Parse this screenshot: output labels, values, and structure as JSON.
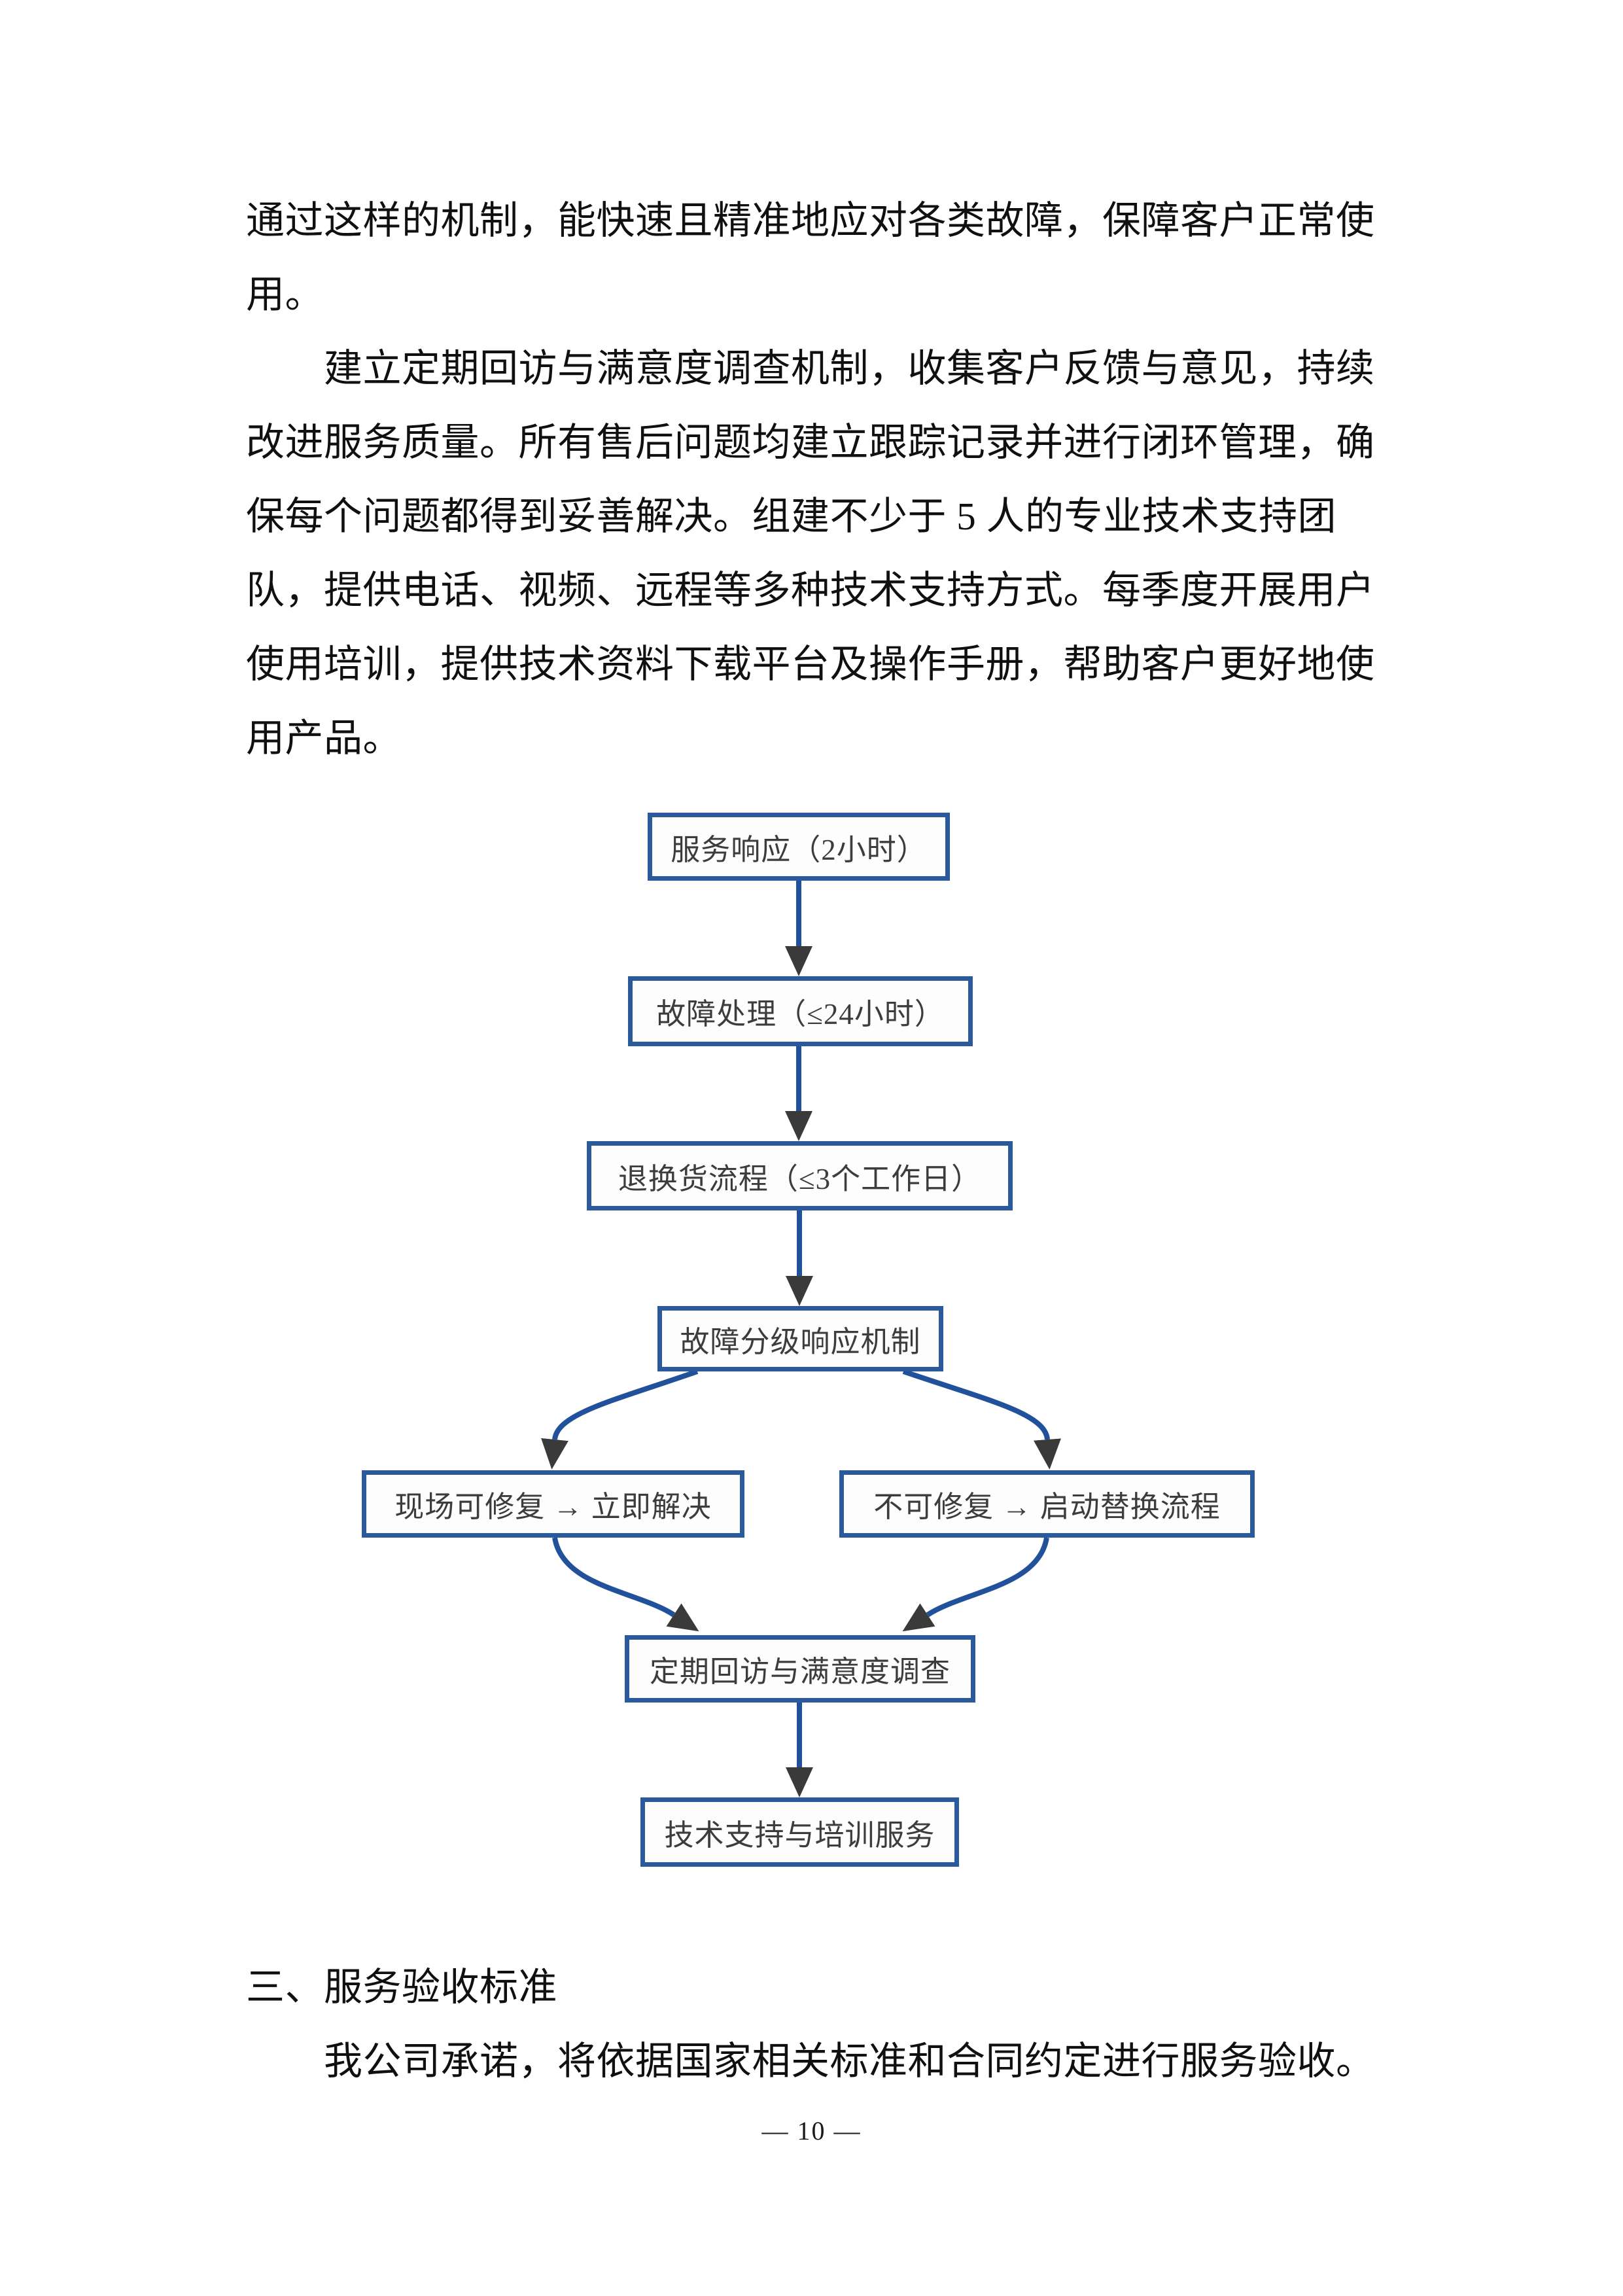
{
  "document": {
    "paragraph_continuation": {
      "lines": [
        "通过这样的机制，能快速且精准地应对各类故障，保障客户正常使",
        "用。"
      ]
    },
    "paragraph_service": {
      "lines": [
        "建立定期回访与满意度调查机制，收集客户反馈与意见，持续",
        "改进服务质量。所有售后问题均建立跟踪记录并进行闭环管理，确",
        "保每个问题都得到妥善解决。组建不少于 5 人的专业技术支持团",
        "队，提供电话、视频、远程等多种技术支持方式。每季度开展用户",
        "使用培训，提供技术资料下载平台及操作手册，帮助客户更好地使",
        "用产品。"
      ]
    },
    "section_heading": "三、服务验收标准",
    "acceptance_paragraph": "我公司承诺，将依据国家相关标准和合同约定进行服务验收。",
    "page_number": "— 10 —"
  },
  "flowchart": {
    "nodes": {
      "service_response": "服务响应（2小时）",
      "fault_handling": "故障处理（≤24小时）",
      "return_exchange": "退换货流程（≤3个工作日）",
      "fault_grading": "故障分级响应机制",
      "onsite_repair": "现场可修复 → 立即解决",
      "not_repairable": "不可修复 → 启动替换流程",
      "follow_up_survey": "定期回访与满意度调查",
      "tech_support_training": "技术支持与培训服务"
    },
    "colors": {
      "box_border": "#2a5a9c",
      "box_fill": "#fdfdfd",
      "box_text": "#3c3c3c",
      "connector": "#21519b",
      "arrowhead": "#3a3a3a"
    }
  }
}
